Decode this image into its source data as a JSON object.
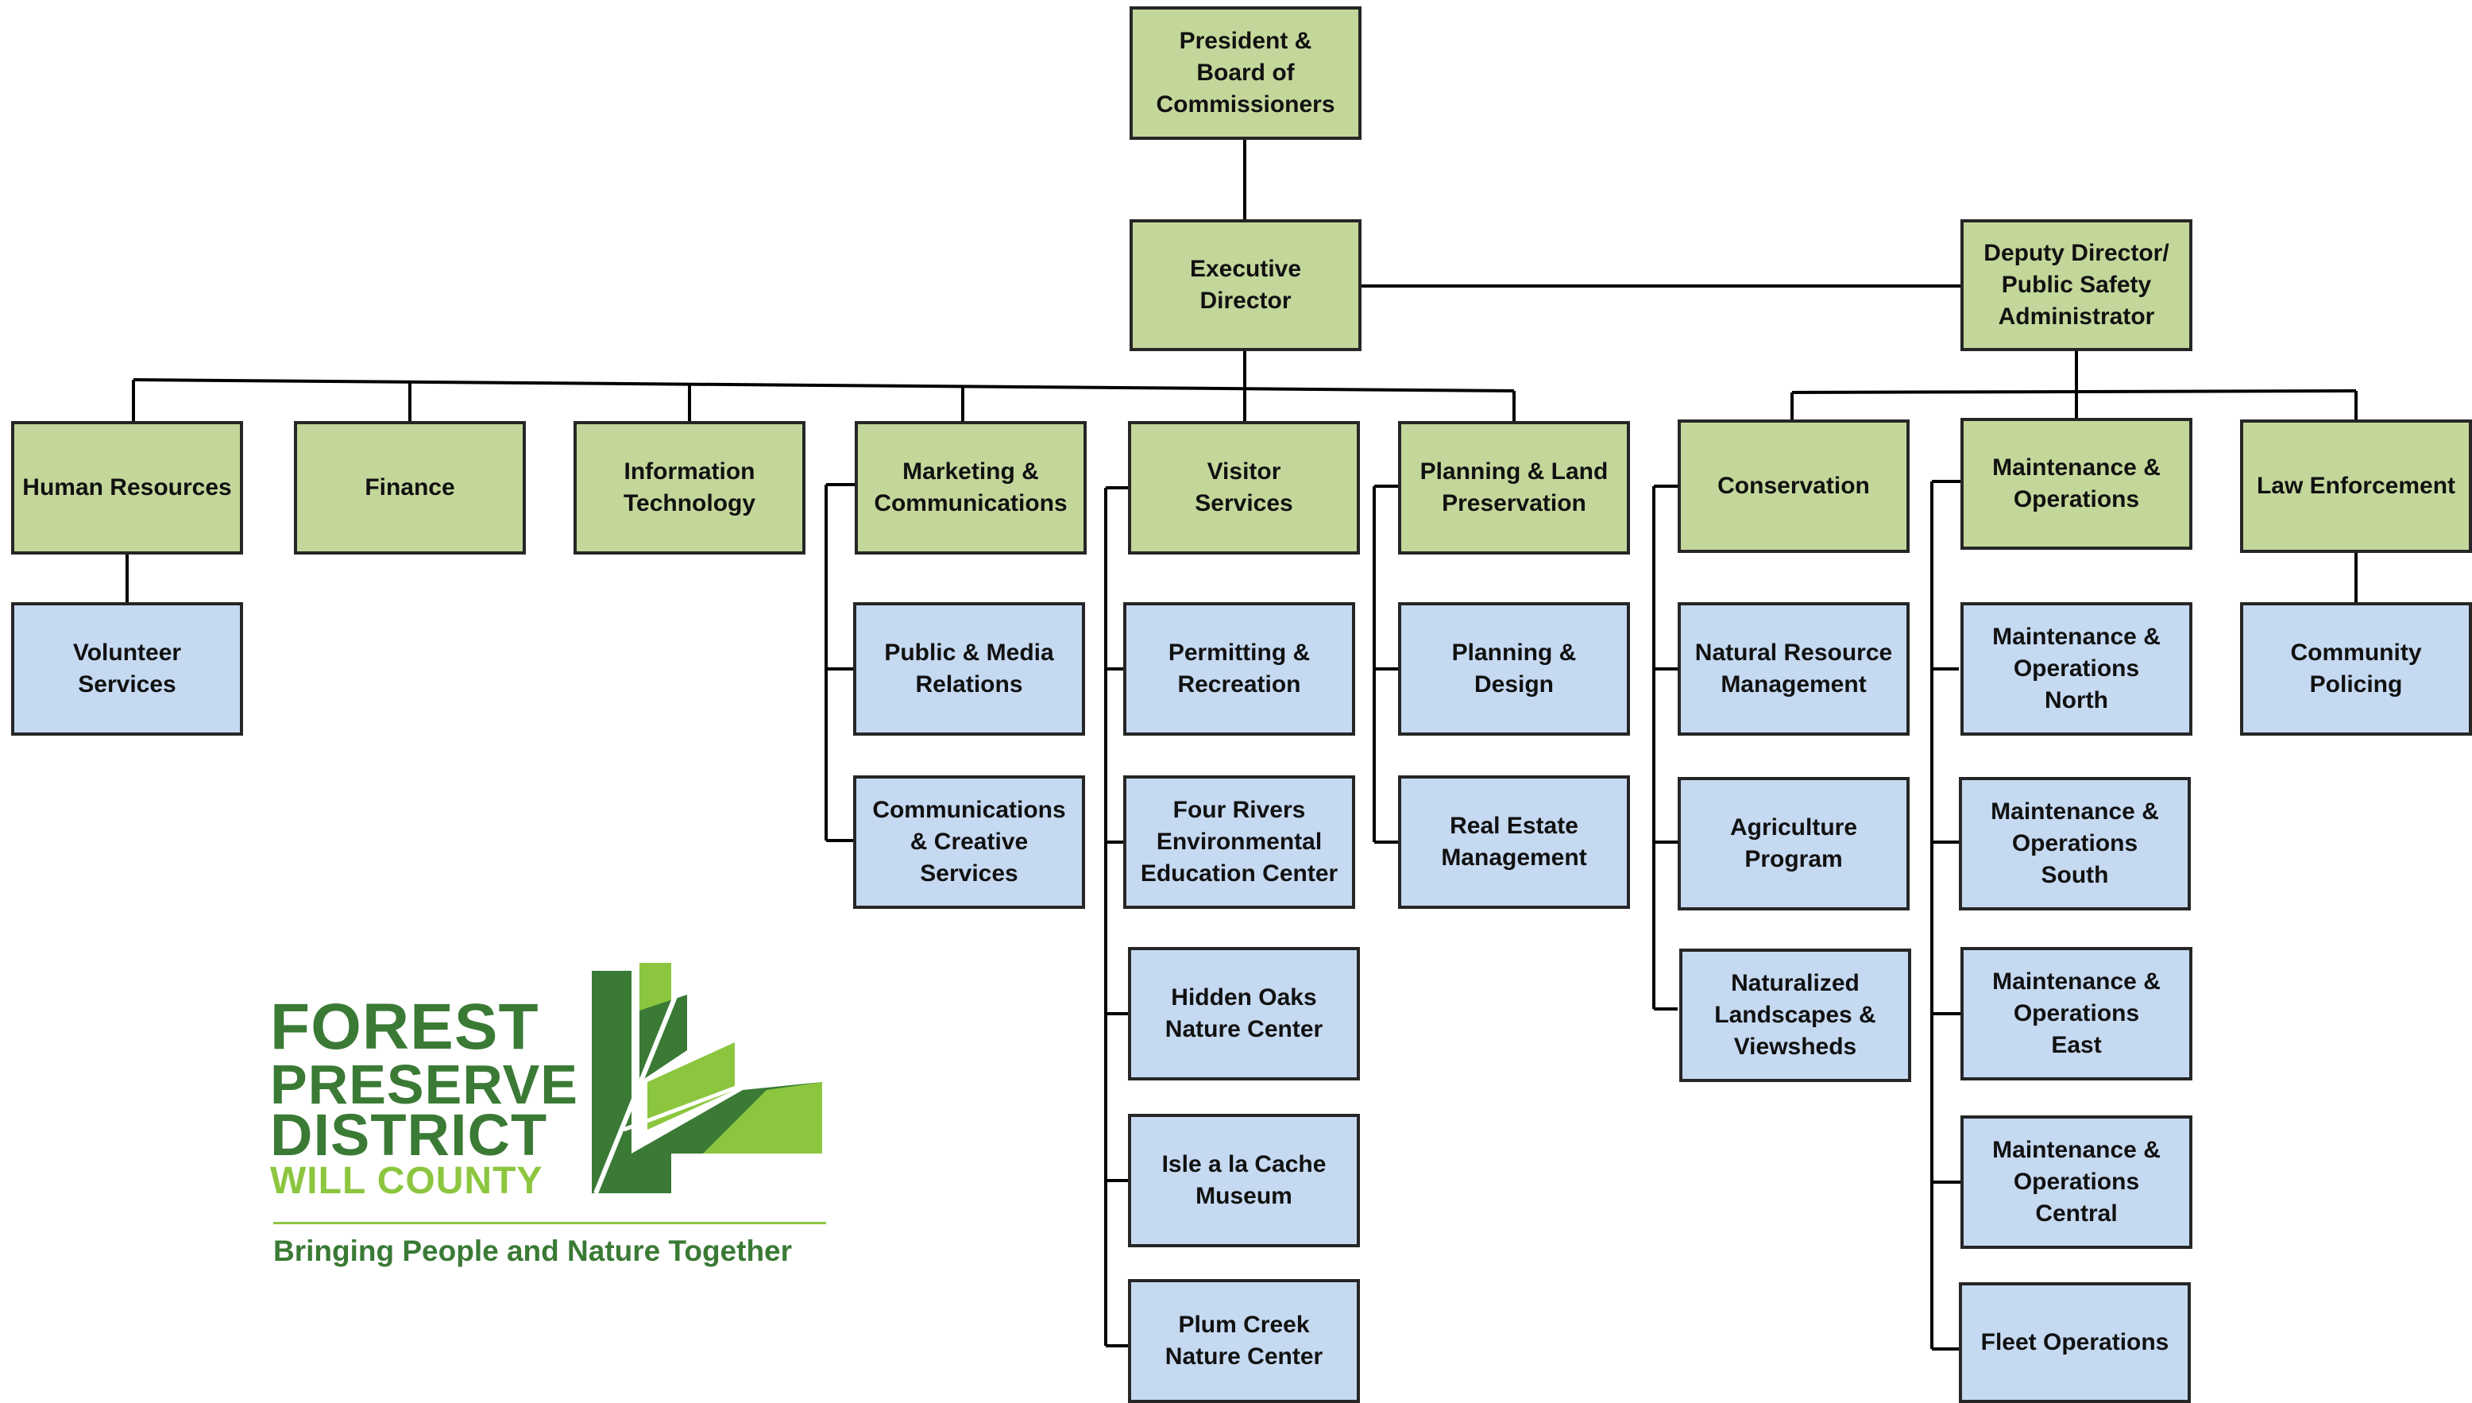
{
  "colors": {
    "role_box": "#c4d79b",
    "unit_box": "#c5d9f1",
    "line": "#000000",
    "brand_dark": "#3a7a35",
    "brand_light": "#8cc63f"
  },
  "boxes": {
    "president": "President &\nBoard of\nCommissioners",
    "executive": "Executive\nDirector",
    "deputy": "Deputy Director/\nPublic Safety\nAdministrator",
    "hr": "Human Resources",
    "finance": "Finance",
    "it": "Information\nTechnology",
    "marketing": "Marketing &\nCommunications",
    "visitor": "Visitor\nServices",
    "planning": "Planning & Land\nPreservation",
    "conservation": "Conservation",
    "maintenance": "Maintenance &\nOperations",
    "law": "Law Enforcement",
    "volunteer": "Volunteer\nServices",
    "public_media": "Public & Media\nRelations",
    "comm_creative": "Communications\n& Creative\nServices",
    "permitting": "Permitting &\nRecreation",
    "four_rivers": "Four Rivers\nEnvironmental\nEducation Center",
    "hidden_oaks": "Hidden Oaks\nNature Center",
    "isle": "Isle a la Cache\nMuseum",
    "plum_creek": "Plum Creek\nNature Center",
    "plan_design": "Planning &\nDesign",
    "real_estate": "Real Estate\nManagement",
    "natural_resource": "Natural Resource\nManagement",
    "agriculture": "Agriculture\nProgram",
    "naturalized": "Naturalized\nLandscapes &\nViewsheds",
    "mo_north": "Maintenance &\nOperations\nNorth",
    "mo_south": "Maintenance &\nOperations\nSouth",
    "mo_east": "Maintenance &\nOperations\nEast",
    "mo_central": "Maintenance &\nOperations\nCentral",
    "fleet": "Fleet Operations",
    "community": "Community\nPolicing"
  },
  "logo": {
    "word1": "FOREST",
    "word2": "PRESERVE",
    "word3": "DISTRICT",
    "word4": "WILL COUNTY",
    "tagline": "Bringing People and Nature Together"
  }
}
